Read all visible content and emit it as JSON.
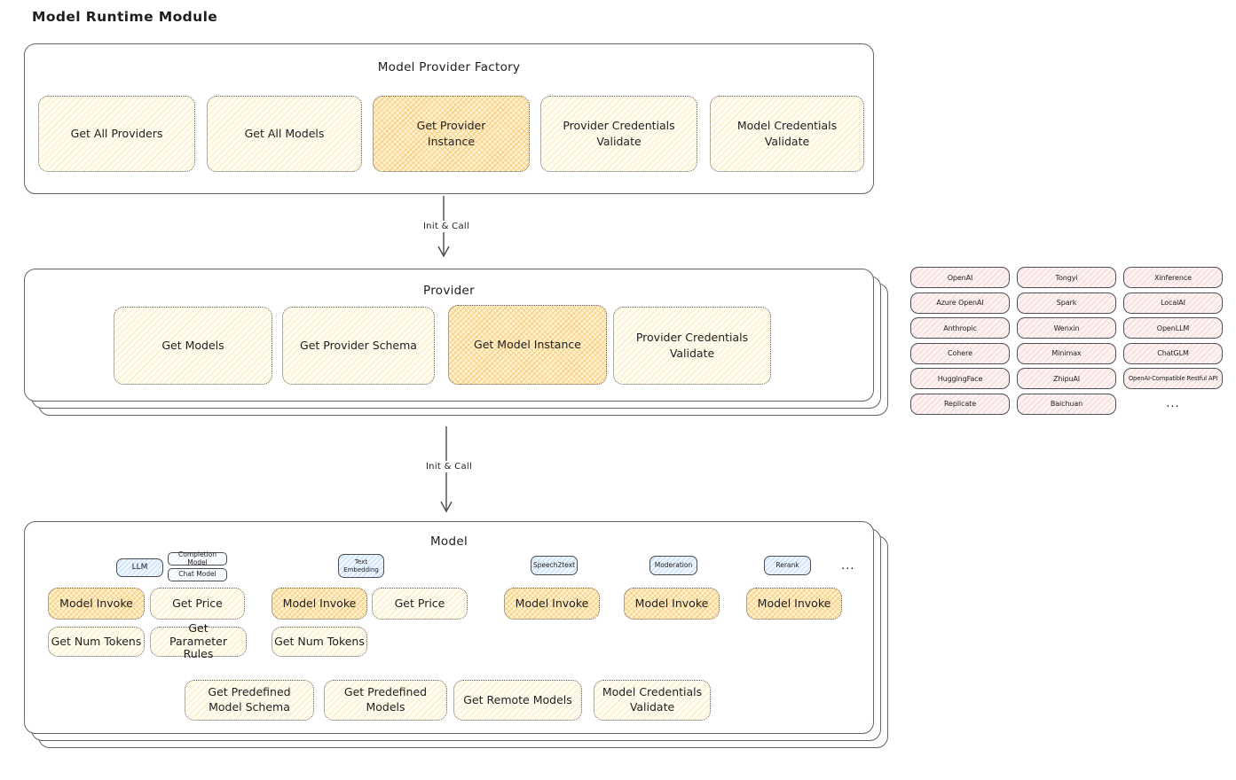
{
  "title": "Model Runtime Module",
  "connections": {
    "init_call_1": "Init & Call",
    "init_call_2": "Init & Call"
  },
  "factory": {
    "title": "Model Provider Factory",
    "methods": [
      {
        "label": "Get All Providers",
        "highlighted": false
      },
      {
        "label": "Get All Models",
        "highlighted": false
      },
      {
        "label": "Get Provider Instance",
        "highlighted": true
      },
      {
        "label": "Provider Credentials Validate",
        "highlighted": false
      },
      {
        "label": "Model Credentials Validate",
        "highlighted": false
      }
    ]
  },
  "provider": {
    "title": "Provider",
    "methods": [
      {
        "label": "Get Models",
        "highlighted": false
      },
      {
        "label": "Get Provider Schema",
        "highlighted": false
      },
      {
        "label": "Get Model Instance",
        "highlighted": true
      },
      {
        "label": "Provider Credentials Validate",
        "highlighted": false
      }
    ]
  },
  "provider_list": {
    "items": [
      "OpenAI",
      "Tongyi",
      "Xinference",
      "Azure OpenAI",
      "Spark",
      "LocalAI",
      "Anthropic",
      "Wenxin",
      "OpenLLM",
      "Cohere",
      "Minimax",
      "ChatGLM",
      "HuggingFace",
      "ZhipuAI",
      "OpenAI-Compatible Restful API",
      "Replicate",
      "Baichuan"
    ],
    "more": "..."
  },
  "model": {
    "title": "Model",
    "types": {
      "llm": "LLM",
      "completion": "Completion Model",
      "chat": "Chat Model",
      "text_embedding": "Text Embedding",
      "speech2text": "Speech2text",
      "moderation": "Moderation",
      "rerank": "Rerank",
      "more": "..."
    },
    "methods": {
      "model_invoke": "Model Invoke",
      "get_price": "Get Price",
      "get_num_tokens": "Get Num Tokens",
      "get_parameter_rules": "Get Parameter Rules",
      "get_predefined_model_schema": "Get Predefined Model Schema",
      "get_predefined_models": "Get Predefined Models",
      "get_remote_models": "Get Remote Models",
      "model_credentials_validate": "Model Credentials Validate"
    }
  },
  "colors": {
    "stroke": "#62666b",
    "text": "#1e1e1e",
    "yellow_hatch": "#f4c55c",
    "orange_hatch": "#f0a028",
    "blue_hatch": "#5a96f0",
    "pink_hatch": "#de6464"
  }
}
